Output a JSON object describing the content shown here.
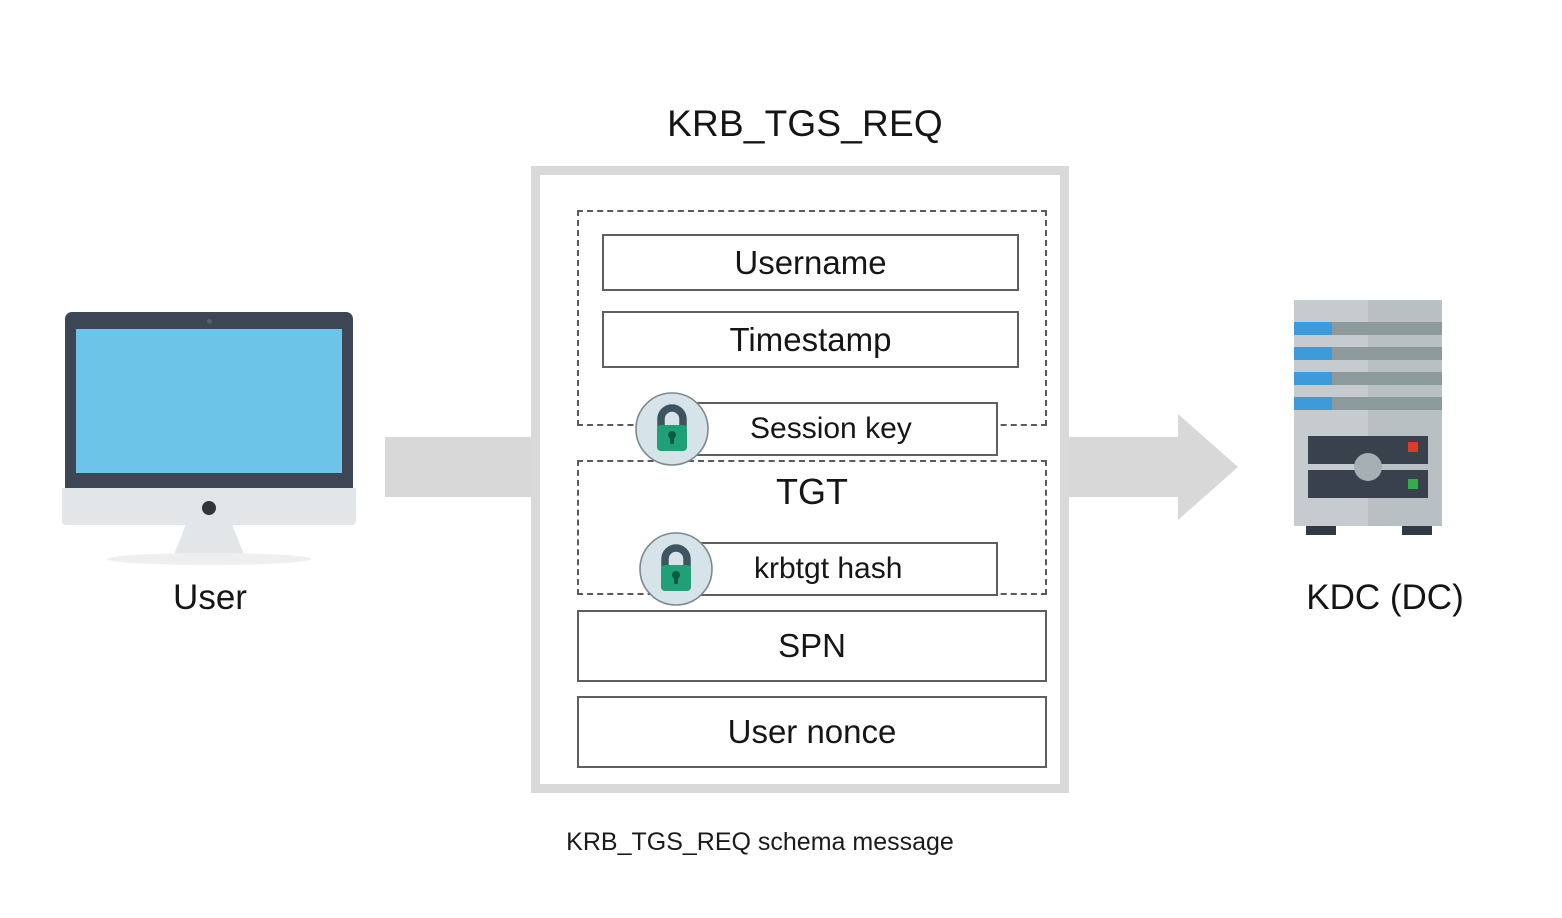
{
  "diagram": {
    "title": "KRB_TGS_REQ",
    "caption": "KRB_TGS_REQ schema message"
  },
  "endpoints": {
    "user": {
      "label": "User",
      "icon": "desktop-monitor-icon"
    },
    "kdc": {
      "label": "KDC (DC)",
      "icon": "server-tower-icon"
    }
  },
  "flow": {
    "direction": "user-to-kdc",
    "arrow_color": "#d8d8d8"
  },
  "message": {
    "name": "KRB_TGS_REQ",
    "groups": [
      {
        "id": "authenticator",
        "style": "dashed",
        "fields": [
          {
            "id": "username",
            "label": "Username",
            "locked": false
          },
          {
            "id": "timestamp",
            "label": "Timestamp",
            "locked": false
          },
          {
            "id": "session-key",
            "label": "Session key",
            "locked": true,
            "lock_icon": "padlock-icon"
          }
        ]
      },
      {
        "id": "tgt",
        "style": "dashed",
        "label": "TGT",
        "fields": [
          {
            "id": "krbtgt-hash",
            "label": "krbtgt hash",
            "locked": true,
            "lock_icon": "padlock-icon"
          }
        ]
      }
    ],
    "plain_fields": [
      {
        "id": "spn",
        "label": "SPN"
      },
      {
        "id": "nonce",
        "label": "User nonce"
      }
    ]
  },
  "colors": {
    "frame_border": "#d9d9d9",
    "box_border": "#5f5f5f",
    "dashed_border": "#5a5a5a",
    "arrow": "#d8d8d8",
    "lock_circle": "#d6e3e8",
    "lock_body": "#1fa076",
    "lock_shackle": "#3d5561",
    "monitor_screen": "#6cc4e8",
    "monitor_bezel": "#3d4654",
    "server_blue": "#3d9bdc",
    "led_red": "#e03a28",
    "led_green": "#2fae4a",
    "text": "#161616"
  }
}
